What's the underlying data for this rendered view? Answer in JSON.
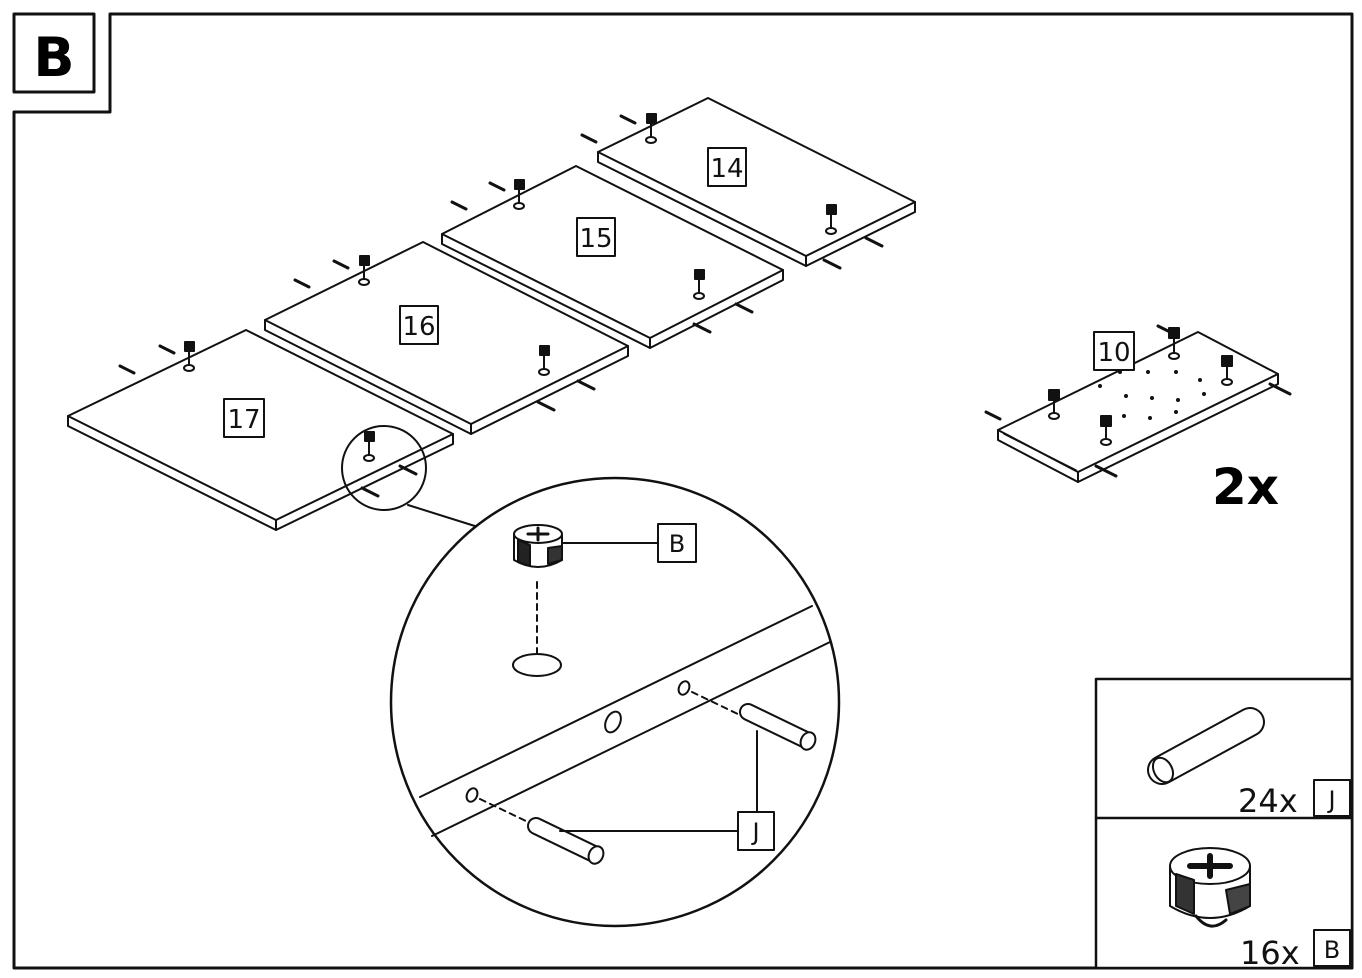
{
  "step": {
    "label": "B"
  },
  "panels": [
    {
      "id": "14"
    },
    {
      "id": "15"
    },
    {
      "id": "16"
    },
    {
      "id": "17"
    },
    {
      "id": "10"
    }
  ],
  "multiplier": "2x",
  "detail": {
    "cam_label": "B",
    "dowel_label": "J"
  },
  "parts": [
    {
      "qty": "24x",
      "code": "J",
      "icon": "dowel-icon"
    },
    {
      "qty": "16x",
      "code": "B",
      "icon": "cam-lock-icon"
    }
  ]
}
